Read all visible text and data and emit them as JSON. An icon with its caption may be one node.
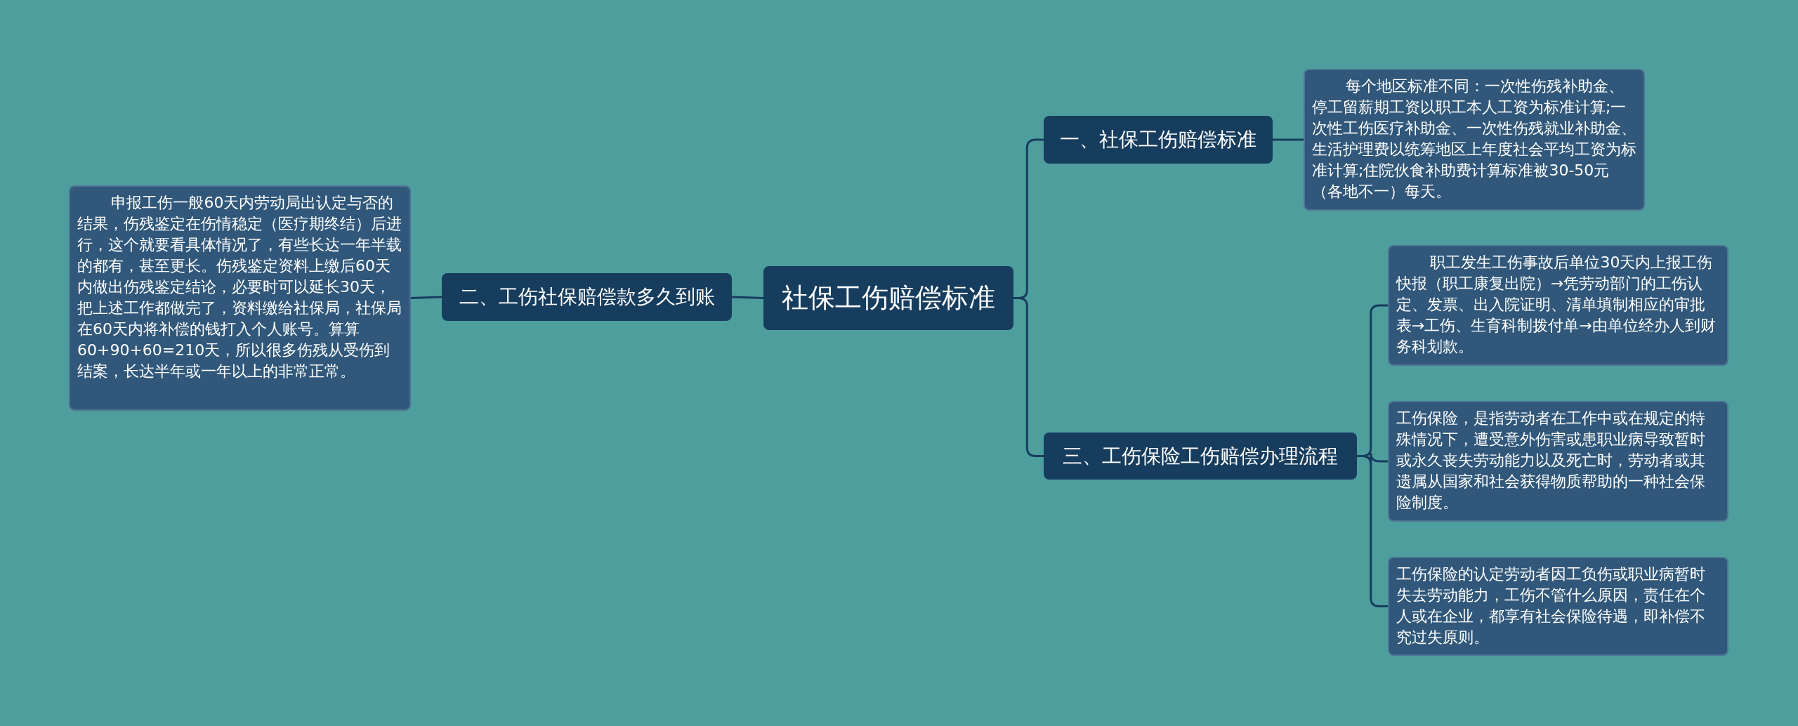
{
  "diagram": {
    "nodes": [
      {
        "text": [
          "社保工伤赔偿标准"
        ]
      },
      {
        "text": [
          "一、社保工伤赔偿标准"
        ]
      },
      {
        "text": [
          "每个地区标准不同：一次性伤残补助金、停工留薪期工资以职工本人工资为标准计算;一次性工伤医疗补助金、一次性伤残就业补助金、生活护理费以统筹地区上年度社会平均工资为标准计算;住院伙食补助费计算标准被30-50元（各地不一）每天。"
        ]
      },
      {
        "text": [
          "二、工伤社保赔偿款多久到账"
        ]
      },
      {
        "text": [
          "申报工伤一般60天内劳动局出认定与否的结果，伤残鉴定在伤情稳定（医疗期终结）后进行，这个就要看具体情况了，有些长达一年半载的都有，甚至更长。伤残鉴定资料上缴后60天内做出伤残鉴定结论，必要时可以延长30天，把上述工作都做完了，资料缴给社保局，社保局在60天内将补偿的钱打入个人账号。算算60+90+60=210天，所以很多伤残从受伤到结案，长达半年或一年以上的非常正常。"
        ]
      },
      {
        "text": [
          "三、工伤保险工伤赔偿办理流程"
        ]
      },
      {
        "text": [
          "职工发生工伤事故后单位30天内上报工伤快报（职工康复出院）→凭劳动部门的工伤认定、发票、出入院证明、清单填制相应的审批表→工伤、生育科制拨付单→由单位经办人到财务科划款。"
        ]
      },
      {
        "text": [
          "工伤保险，是指劳动者在工作中或在规定的特殊情况下，遭受意外伤害或患职业病导致暂时或永久丧失劳动能力以及死亡时，劳动者或其遗属从国家和社会获得物质帮助的一种社会保险制度。"
        ]
      },
      {
        "text": [
          "工伤保险的认定劳动者因工负伤或职业病暂时失去劳动能力，工伤不管什么原因，责任在个人或在企业，都享有社会保险待遇，即补偿不究过失原则。"
        ]
      }
    ],
    "edges": [
      {
        "from": 0,
        "to": 1,
        "arrow": "none"
      },
      {
        "from": 1,
        "to": 2,
        "arrow": "none"
      },
      {
        "from": 0,
        "to": 3,
        "arrow": "none"
      },
      {
        "from": 3,
        "to": 4,
        "arrow": "none"
      },
      {
        "from": 0,
        "to": 5,
        "arrow": "none"
      },
      {
        "from": 5,
        "to": 6,
        "arrow": "none"
      },
      {
        "from": 5,
        "to": 7,
        "arrow": "none"
      },
      {
        "from": 5,
        "to": 8,
        "arrow": "none"
      }
    ]
  }
}
